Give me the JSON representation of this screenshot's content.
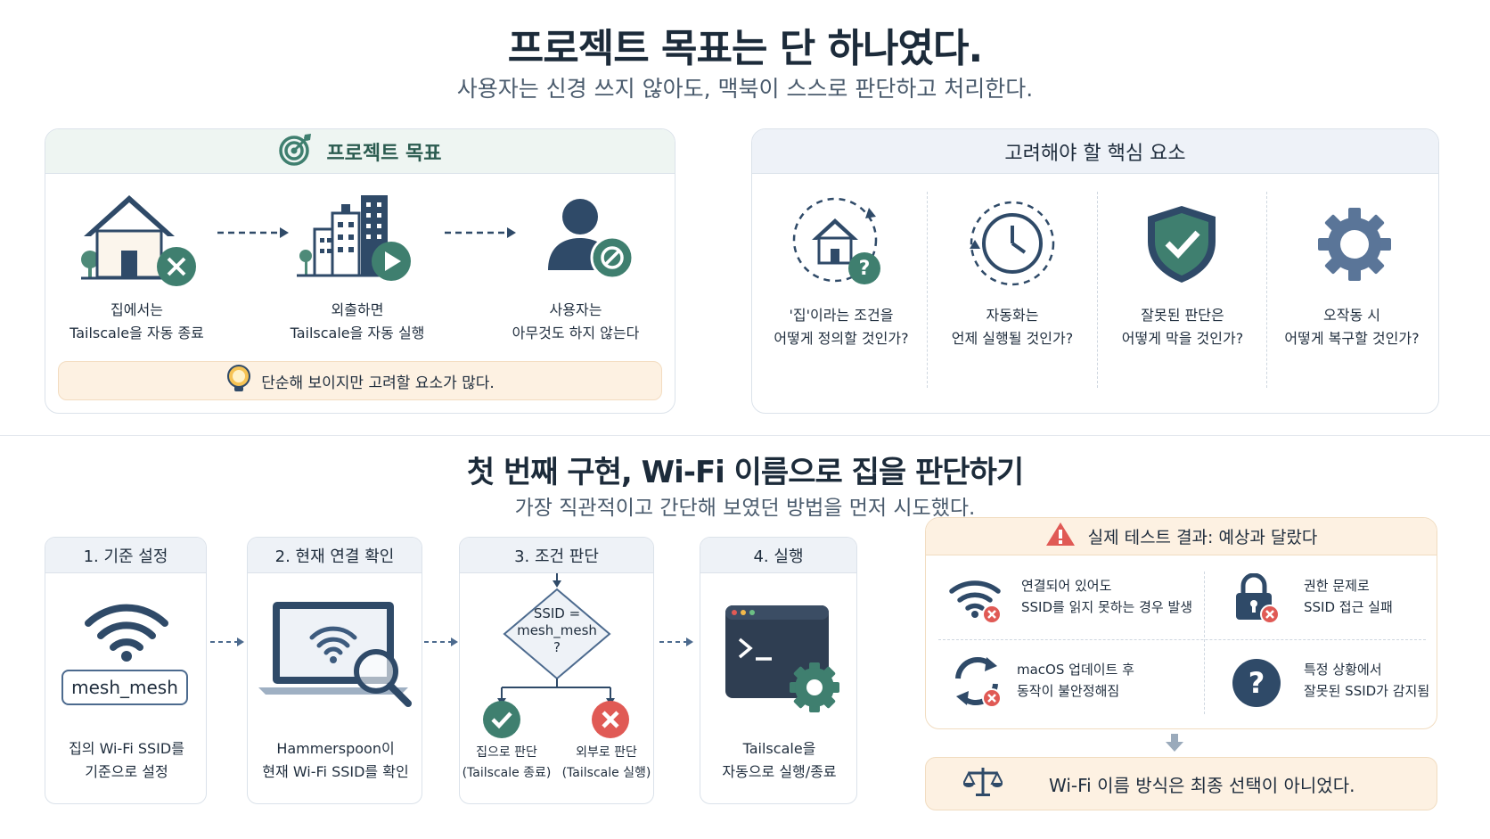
{
  "header": {
    "title": "프로젝트 목표는 단 하나였다.",
    "subtitle": "사용자는 신경 쓰지 않아도, 맥북이 스스로 판단하고 처리한다."
  },
  "goal_panel": {
    "title": "프로젝트 목표",
    "items": [
      {
        "line1": "집에서는",
        "line2": "Tailscale을 자동 종료"
      },
      {
        "line1": "외출하면",
        "line2": "Tailscale을 자동 실행"
      },
      {
        "line1": "사용자는",
        "line2": "아무것도 하지 않는다"
      }
    ],
    "tip": "단순해 보이지만 고려할 요소가 많다."
  },
  "factors_panel": {
    "title": "고려해야 할 핵심 요소",
    "items": [
      {
        "line1": "'집'이라는 조건을",
        "line2": "어떻게 정의할 것인가?"
      },
      {
        "line1": "자동화는",
        "line2": "언제 실행될 것인가?"
      },
      {
        "line1": "잘못된 판단은",
        "line2": "어떻게 막을 것인가?"
      },
      {
        "line1": "오작동 시",
        "line2": "어떻게 복구할 것인가?"
      }
    ]
  },
  "section2": {
    "title": "첫 번째 구현, Wi-Fi 이름으로 집을 판단하기",
    "subtitle": "가장 직관적이고 간단해 보였던 방법을 먼저 시도했다."
  },
  "steps": [
    {
      "title": "1. 기준 설정",
      "ssid": "mesh_mesh",
      "line1": "집의 Wi-Fi SSID를",
      "line2": "기준으로 설정"
    },
    {
      "title": "2. 현재 연결 확인",
      "line1": "Hammerspoon이",
      "line2": "현재 Wi-Fi SSID를 확인"
    },
    {
      "title": "3. 조건 판단",
      "diamond1": "SSID =",
      "diamond2": "mesh_mesh",
      "diamond3": "?",
      "yes1": "집으로 판단",
      "yes2": "(Tailscale 종료)",
      "no1": "외부로 판단",
      "no2": "(Tailscale 실행)"
    },
    {
      "title": "4. 실행",
      "line1": "Tailscale을",
      "line2": "자동으로 실행/종료"
    }
  ],
  "results_panel": {
    "title": "실제 테스트 결과: 예상과 달랐다",
    "items": [
      {
        "line1": "연결되어 있어도",
        "line2": "SSID를 읽지 못하는 경우 발생"
      },
      {
        "line1": "권한 문제로",
        "line2": "SSID 접근 실패"
      },
      {
        "line1": "macOS 업데이트 후",
        "line2": "동작이 불안정해짐"
      },
      {
        "line1": "특정 상황에서",
        "line2": "잘못된 SSID가 감지됨"
      }
    ]
  },
  "conclusion": "Wi-Fi 이름 방식은 최종 선택이 아니었다.",
  "colors": {
    "green": "#3f7f6f",
    "navy": "#2f4a68",
    "red": "#e05a55",
    "orange_bg": "#fdf1e2"
  }
}
